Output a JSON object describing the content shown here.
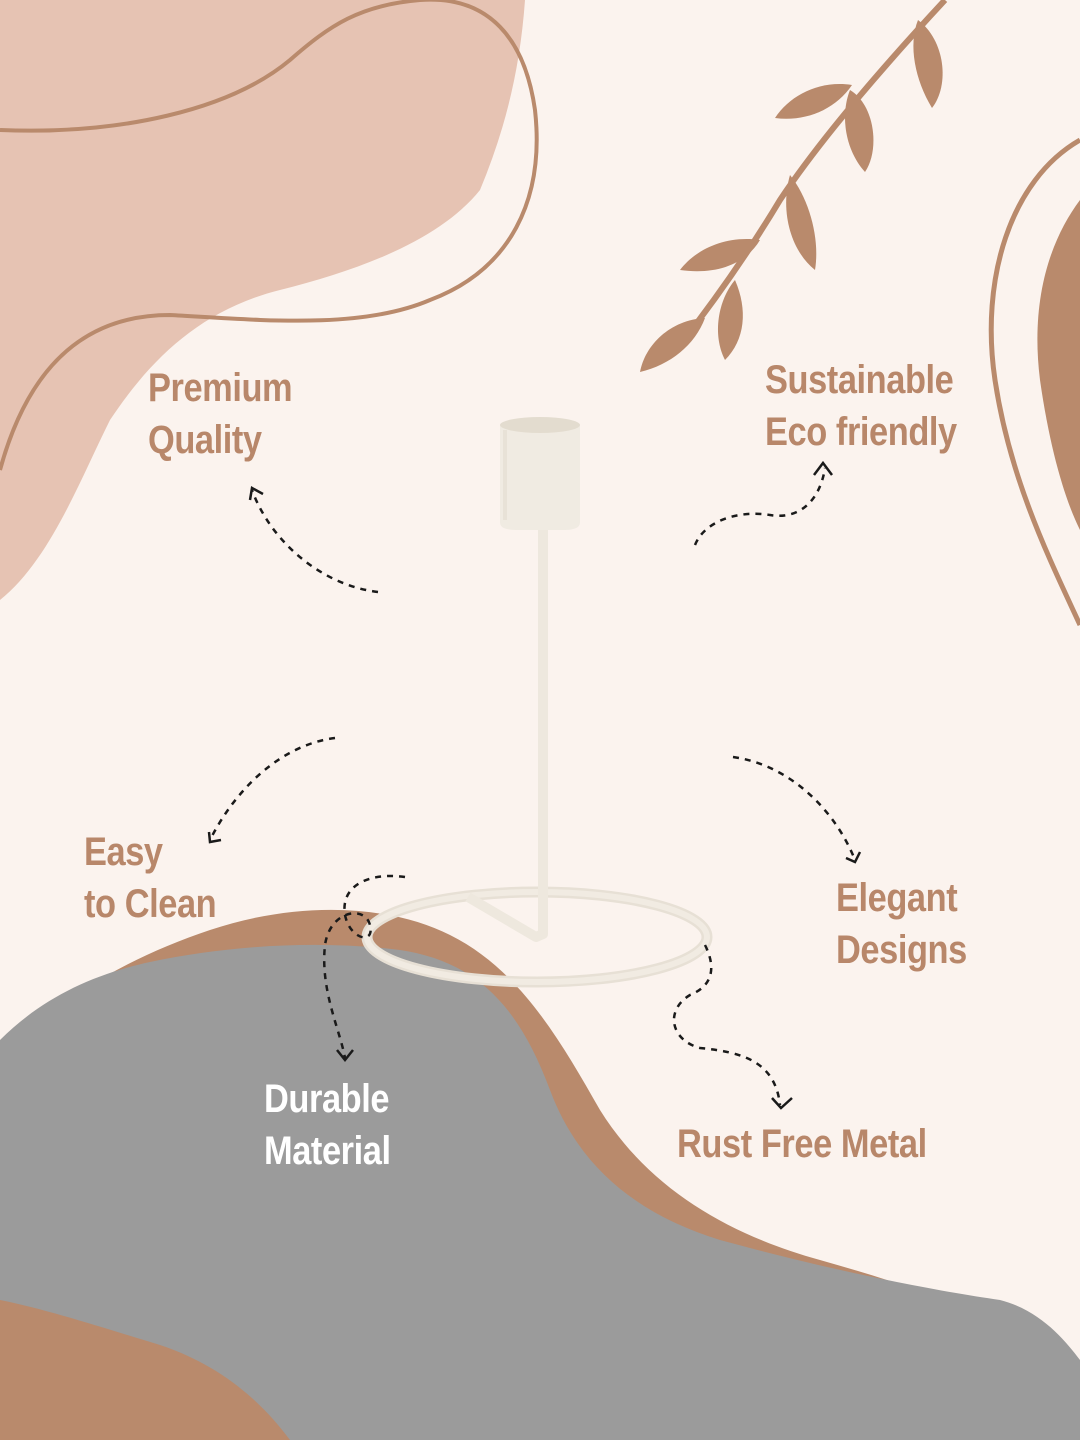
{
  "colors": {
    "background": "#fbf3ee",
    "blush_blob": "#e6c3b3",
    "terracotta": "#b98a6c",
    "grey_blob": "#9b9b9b",
    "label_text": "#b8876a",
    "label_text_on_grey": "#ffffff",
    "candle_holder": "#efe9df",
    "dashed_arrow": "#1a1a1a"
  },
  "features": [
    {
      "id": "premium",
      "lines": [
        "Premium",
        "Quality"
      ]
    },
    {
      "id": "sustainable",
      "lines": [
        "Sustainable",
        "Eco friendly"
      ]
    },
    {
      "id": "easy",
      "lines": [
        "Easy",
        "to Clean"
      ]
    },
    {
      "id": "elegant",
      "lines": [
        "Elegant",
        "Designs"
      ]
    },
    {
      "id": "durable",
      "lines": [
        "Durable",
        "Material"
      ]
    },
    {
      "id": "rust",
      "lines": [
        "Rust Free Metal"
      ]
    }
  ],
  "product": {
    "icon": "candle-holder-icon"
  },
  "decor": {
    "icon": "leaf-branch-icon"
  }
}
